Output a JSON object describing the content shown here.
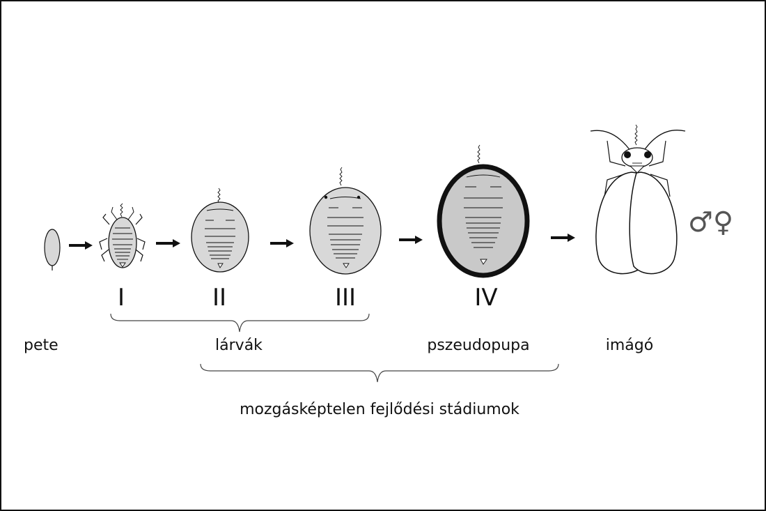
{
  "stages": {
    "roman_1": "I",
    "roman_2": "II",
    "roman_3": "III",
    "roman_4": "IV"
  },
  "labels": {
    "egg": "pete",
    "larvae": "lárvák",
    "pseudopupa": "pszeudopupa",
    "adult": "imágó",
    "immobile_stages": "mozgásképtelen fejlődési stádiumok"
  },
  "adult_symbols": "♂♀",
  "colors": {
    "body_fill": "#d8d8d8",
    "pupa_fill": "#c9c9c9",
    "outline": "#111111"
  },
  "icons": [
    "egg-icon",
    "first-instar-larva-icon",
    "second-instar-larva-icon",
    "third-instar-larva-icon",
    "pseudopupa-icon",
    "whitefly-adult-icon",
    "arrow-icon"
  ]
}
